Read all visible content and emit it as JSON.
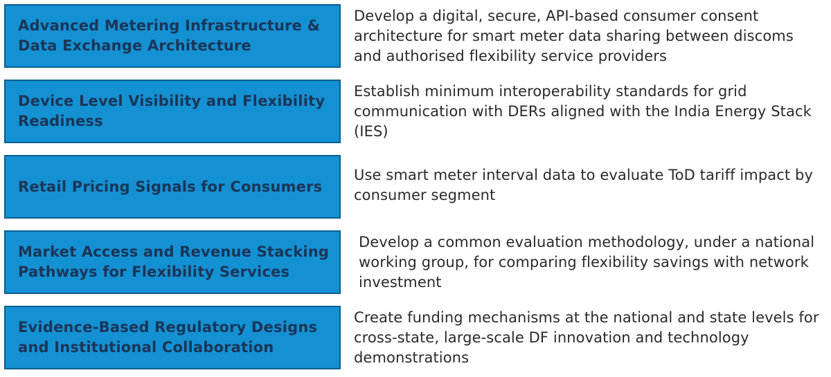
{
  "rows": [
    {
      "label": "Advanced Metering Infrastructure & Data Exchange Architecture",
      "description": "Develop a digital, secure, API-based consumer consent architecture for smart meter data sharing between discoms and authorised flexibility service providers"
    },
    {
      "label": "Device Level Visibility and Flexibility Readiness",
      "description": "Establish minimum interoperability standards for grid communication with DERs aligned with the India Energy Stack (IES)"
    },
    {
      "label": "Retail Pricing Signals for Consumers",
      "description": "Use smart meter interval data to evaluate ToD tariff impact by consumer segment"
    },
    {
      "label": "Market Access and Revenue Stacking Pathways for Flexibility Services",
      "description": "Develop a common evaluation methodology, under a national working group, for comparing flexibility savings with network investment"
    },
    {
      "label": "Evidence-Based Regulatory Designs and Institutional Collaboration",
      "description": "Create funding mechanisms at the national and state levels for cross-state, large-scale DF innovation and technology demonstrations"
    }
  ],
  "colors": {
    "box_fill": "#1391d3",
    "box_border": "#0b5f8f",
    "box_text": "#1c3557",
    "description_text": "#2a2a2a"
  }
}
